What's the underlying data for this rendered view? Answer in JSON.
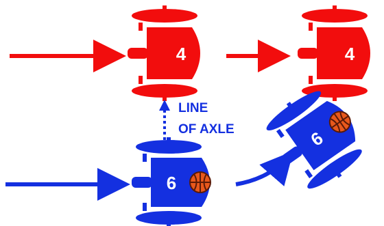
{
  "colors": {
    "red_team": "#f20d0d",
    "blue_team": "#1430e0",
    "ball": "#e8581c",
    "ball_lines": "#5a1a08",
    "background": "#ffffff"
  },
  "players": {
    "red_start_number": "4",
    "red_end_number": "4",
    "blue_start_number": "6",
    "blue_end_number": "6"
  },
  "axle_label": {
    "line1": "LINE",
    "line2": "OF AXLE"
  },
  "icons": [
    "wheelchair-icon",
    "basketball-icon",
    "arrow-icon"
  ]
}
